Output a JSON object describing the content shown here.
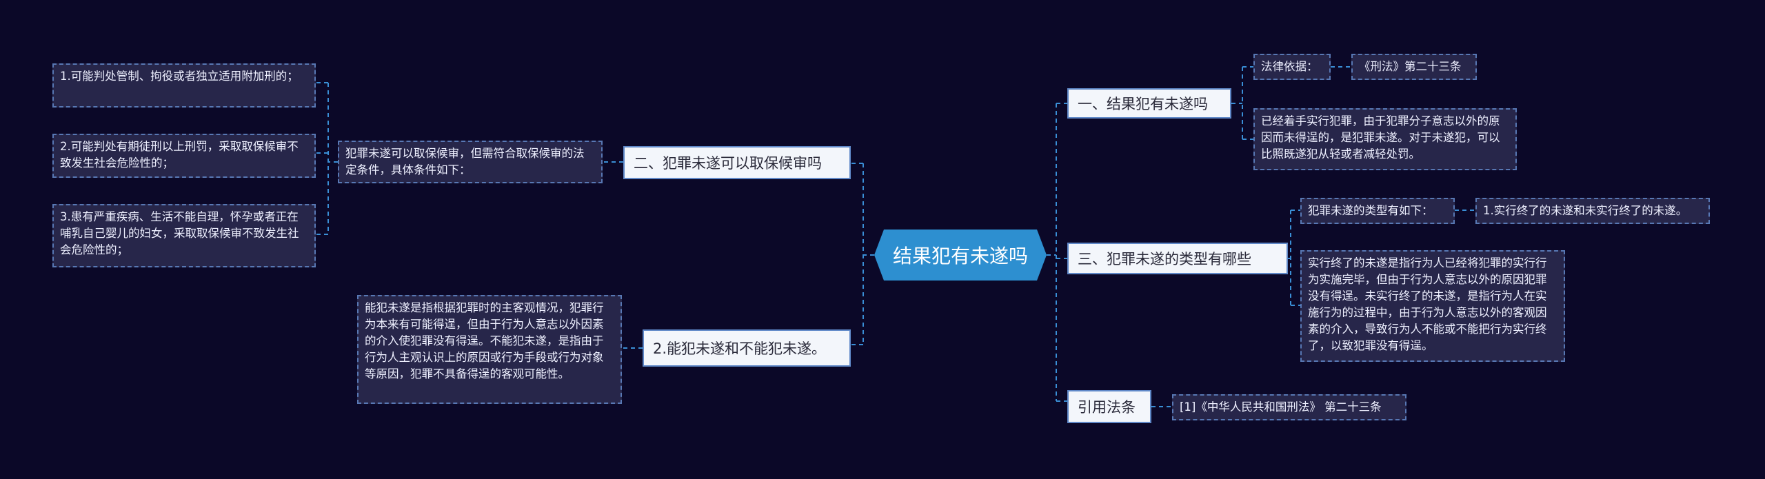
{
  "root": {
    "title": "结果犯有未遂吗"
  },
  "right": [
    {
      "label": "一、结果犯有未遂吗",
      "children": [
        {
          "label": "法律依据：",
          "child": "《刑法》第二十三条"
        },
        {
          "text": "已经着手实行犯罪，由于犯罪分子意志以外的原因而未得逞的，是犯罪未遂。对于未遂犯，可以比照既遂犯从轻或者减轻处罚。"
        }
      ]
    },
    {
      "label": "三、犯罪未遂的类型有哪些",
      "children": [
        {
          "label": "犯罪未遂的类型有如下：",
          "child": "1.实行终了的未遂和未实行终了的未遂。"
        },
        {
          "text": "实行终了的未遂是指行为人已经将犯罪的实行行为实施完毕，但由于行为人意志以外的原因犯罪没有得逞。未实行终了的未遂，是指行为人在实施行为的过程中，由于行为人意志以外的客观因素的介入，导致行为人不能或不能把行为实行终了，以致犯罪没有得逞。"
        }
      ]
    },
    {
      "label": "引用法条",
      "children": [
        {
          "text": "[1]《中华人民共和国刑法》 第二十三条"
        }
      ]
    }
  ],
  "left": [
    {
      "label": "二、犯罪未遂可以取保候审吗",
      "mid": "犯罪未遂可以取保候审，但需符合取保候审的法定条件，具体条件如下：",
      "children": [
        "1.可能判处管制、拘役或者独立适用附加刑的；",
        "2.可能判处有期徒刑以上刑罚，采取取保候审不致发生社会危险性的；",
        "3.患有严重疾病、生活不能自理，怀孕或者正在哺乳自己婴儿的妇女，采取取保候审不致发生社会危险性的；"
      ]
    },
    {
      "label": "2.能犯未遂和不能犯未遂。",
      "mid": "能犯未遂是指根据犯罪时的主客观情况，犯罪行为本来有可能得逞，但由于行为人意志以外因素的介入使犯罪没有得逞。不能犯未遂，是指由于行为人主观认识上的原因或行为手段或行为对象等原因，犯罪不具备得逞的客观可能性。"
    }
  ],
  "colors": {
    "background": "#0b0828",
    "root": "#2d8fd0",
    "branch_fill": "#f3f6fb",
    "leaf_fill": "#27264a",
    "line": "#3a8fd6"
  }
}
